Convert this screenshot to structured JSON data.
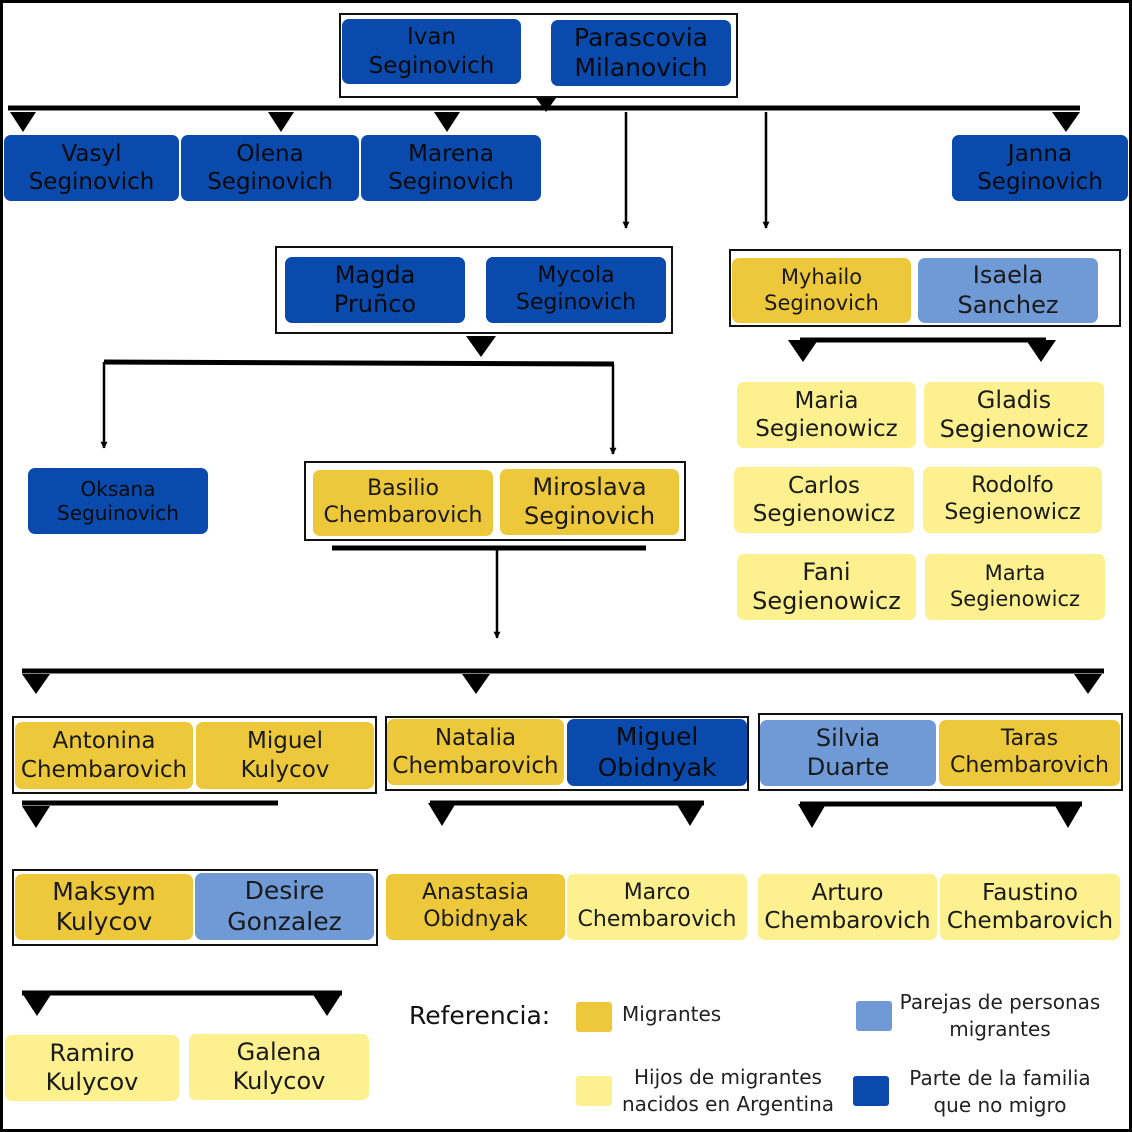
{
  "colors": {
    "migrantes": "#eec83b",
    "parejas": "#6f9ad6",
    "hijos": "#fdf08f",
    "familia": "#0b4aad"
  },
  "nodes": {
    "ivan": {
      "first": "Ivan",
      "last": "Seginovich",
      "type": "familia"
    },
    "parascovia": {
      "first": "Parascovia",
      "last": "Milanovich",
      "type": "familia"
    },
    "vasyl": {
      "first": "Vasyl",
      "last": "Seginovich",
      "type": "familia"
    },
    "olena": {
      "first": "Olena",
      "last": "Seginovich",
      "type": "familia"
    },
    "marena": {
      "first": "Marena",
      "last": "Seginovich",
      "type": "familia"
    },
    "janna": {
      "first": "Janna",
      "last": "Seginovich",
      "type": "familia"
    },
    "magda": {
      "first": "Magda",
      "last": "Pruñco",
      "type": "familia"
    },
    "mycola": {
      "first": "Mycola",
      "last": "Seginovich",
      "type": "familia"
    },
    "myhailo": {
      "first": "Myhailo",
      "last": "Seginovich",
      "type": "migrantes"
    },
    "isaela": {
      "first": "Isaela",
      "last": "Sanchez",
      "type": "parejas"
    },
    "maria": {
      "first": "Maria",
      "last": "Segienowicz",
      "type": "hijos"
    },
    "gladis": {
      "first": "Gladis",
      "last": "Segienowicz",
      "type": "hijos"
    },
    "carlos": {
      "first": "Carlos",
      "last": "Segienowicz",
      "type": "hijos"
    },
    "rodolfo": {
      "first": "Rodolfo",
      "last": "Segienowicz",
      "type": "hijos"
    },
    "fani": {
      "first": "Fani",
      "last": "Segienowicz",
      "type": "hijos"
    },
    "marta": {
      "first": "Marta",
      "last": "Segienowicz",
      "type": "hijos"
    },
    "oksana": {
      "first": "Oksana",
      "last": "Seguinovich",
      "type": "familia"
    },
    "basilio": {
      "first": "Basilio",
      "last": "Chembarovich",
      "type": "migrantes"
    },
    "miroslava": {
      "first": "Miroslava",
      "last": "Seginovich",
      "type": "migrantes"
    },
    "antonina": {
      "first": "Antonina",
      "last": "Chembarovich",
      "type": "migrantes"
    },
    "miguelk": {
      "first": "Miguel",
      "last": "Kulycov",
      "type": "migrantes"
    },
    "natalia": {
      "first": "Natalia",
      "last": "Chembarovich",
      "type": "migrantes"
    },
    "miguelo": {
      "first": "Miguel",
      "last": "Obidnyak",
      "type": "familia"
    },
    "silvia": {
      "first": "Silvia",
      "last": "Duarte",
      "type": "parejas"
    },
    "taras": {
      "first": "Taras",
      "last": "Chembarovich",
      "type": "migrantes"
    },
    "maksym": {
      "first": "Maksym",
      "last": "Kulycov",
      "type": "migrantes"
    },
    "desire": {
      "first": "Desire",
      "last": "Gonzalez",
      "type": "parejas"
    },
    "anastasia": {
      "first": "Anastasia",
      "last": "Obidnyak",
      "type": "migrantes"
    },
    "marco": {
      "first": "Marco",
      "last": "Chembarovich",
      "type": "hijos"
    },
    "arturo": {
      "first": "Arturo",
      "last": "Chembarovich",
      "type": "hijos"
    },
    "faustino": {
      "first": "Faustino",
      "last": "Chembarovich",
      "type": "hijos"
    },
    "ramiro": {
      "first": "Ramiro",
      "last": "Kulycov",
      "type": "hijos"
    },
    "galena": {
      "first": "Galena",
      "last": "Kulycov",
      "type": "hijos"
    }
  },
  "legend": {
    "title": "Referencia:",
    "migrantes": "Migrantes",
    "parejas_l1": "Parejas de personas",
    "parejas_l2": "migrantes",
    "hijos_l1": "Hijos de migrantes",
    "hijos_l2": "nacidos en Argentina",
    "familia_l1": "Parte de la familia",
    "familia_l2": "que no migro"
  }
}
